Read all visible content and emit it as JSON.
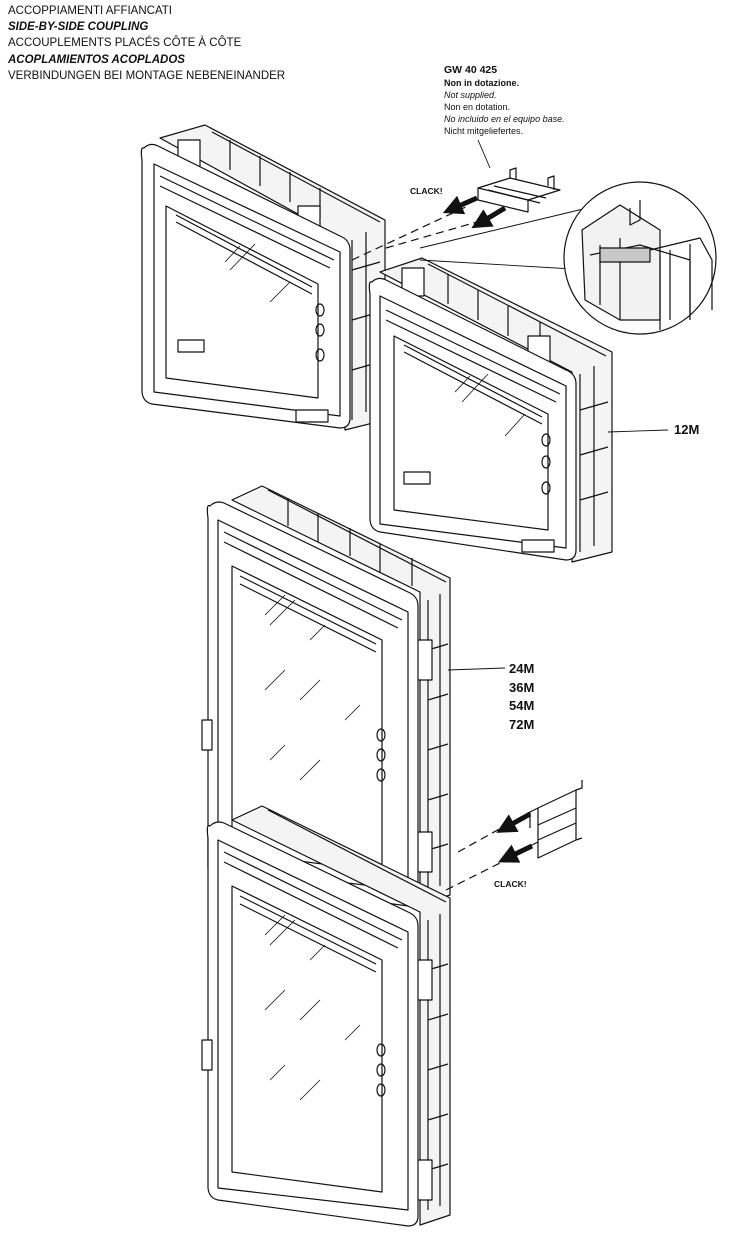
{
  "titles": {
    "it": "ACCOPPIAMENTI AFFIANCATI",
    "en": "SIDE-BY-SIDE COUPLING",
    "fr": "ACCOUPLEMENTS PLACÉS CÔTE À CÔTE",
    "es": "ACOPLAMIENTOS ACOPLADOS",
    "de": "VERBINDUNGEN BEI MONTAGE NEBENEINANDER"
  },
  "accessory": {
    "code": "GW 40 425",
    "lines": [
      "Non in dotazione.",
      "Not supplied.",
      "Non en dotation.",
      "No incluido en el equipo base.",
      "Nicht mitgeliefertes."
    ]
  },
  "labels": {
    "clack_top": "CLACK!",
    "clack_bottom": "CLACK!",
    "size_12": "12M",
    "sizes": [
      "24M",
      "36M",
      "54M",
      "72M"
    ]
  }
}
